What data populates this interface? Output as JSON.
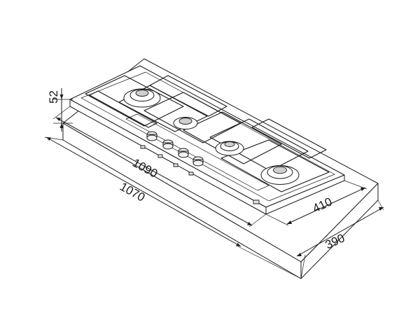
{
  "dimensions": {
    "height": "52",
    "hob_width": "1090",
    "cutout_width": "1070",
    "hob_depth": "410",
    "cutout_depth": "390"
  }
}
